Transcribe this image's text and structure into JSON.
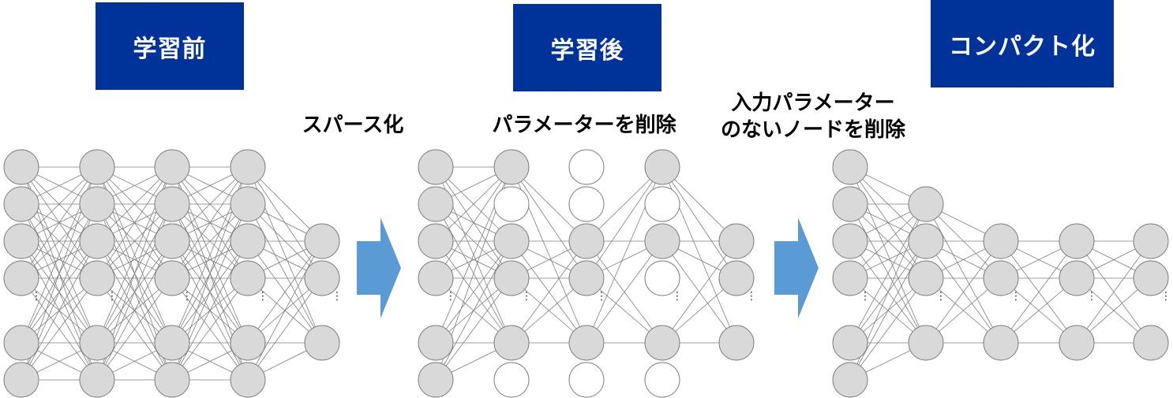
{
  "headers": {
    "before": "学習前",
    "after": "学習後",
    "compact": "コンパクト化"
  },
  "steps": {
    "sparsify": "スパース化",
    "remove_params": "パラメーターを削除",
    "remove_nodes_line1": "入力パラメーター",
    "remove_nodes_line2": "のないノードを削除"
  },
  "ellipsis": "⋮",
  "colors": {
    "header_bg": "#003399",
    "header_text": "#ffffff",
    "node_fill": "#d9d9d9",
    "node_stroke": "#7f7f7f",
    "removed_node_fill": "#ffffff",
    "edge": "#7f7f7f",
    "arrow": "#5b9bd5"
  },
  "networks": [
    {
      "name": "before",
      "layers": [
        {
          "nodes": [
            "on",
            "on",
            "on",
            "on",
            "on",
            "on"
          ]
        },
        {
          "nodes": [
            "on",
            "on",
            "on",
            "on",
            "on",
            "on"
          ]
        },
        {
          "nodes": [
            "on",
            "on",
            "on",
            "on",
            "on",
            "on"
          ]
        },
        {
          "nodes": [
            "on",
            "on",
            "on",
            "on",
            "on",
            "on"
          ]
        },
        {
          "nodes": [
            "on",
            "on",
            "on"
          ]
        }
      ]
    },
    {
      "name": "after",
      "layers": [
        {
          "nodes": [
            "on",
            "on",
            "on",
            "on",
            "on",
            "on"
          ]
        },
        {
          "nodes": [
            "on",
            "off",
            "on",
            "on",
            "on",
            "off"
          ]
        },
        {
          "nodes": [
            "off",
            "off",
            "on",
            "on",
            "on",
            "off"
          ]
        },
        {
          "nodes": [
            "on",
            "off",
            "on",
            "off",
            "on",
            "off"
          ]
        },
        {
          "nodes": [
            "on",
            "on",
            "on"
          ]
        }
      ]
    },
    {
      "name": "compact",
      "layers": [
        {
          "nodes": [
            "on",
            "on",
            "on",
            "on",
            "on",
            "on"
          ]
        },
        {
          "nodes": [
            "on",
            "on",
            "on",
            "on"
          ]
        },
        {
          "nodes": [
            "on",
            "on",
            "on"
          ]
        },
        {
          "nodes": [
            "on",
            "on",
            "on"
          ]
        },
        {
          "nodes": [
            "on",
            "on",
            "on"
          ]
        }
      ]
    }
  ]
}
